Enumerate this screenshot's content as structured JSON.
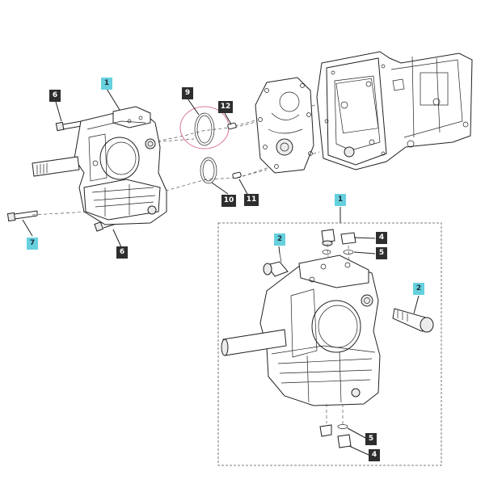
{
  "labels": {
    "left_assembly": "1",
    "bolt_upper": "6",
    "bolt_lower_left": "7",
    "bolt_lower_right": "6",
    "oring_large": "9",
    "oring_small": "10",
    "pin_upper": "12",
    "pin_lower": "11",
    "inset_assembly": "1",
    "inset_fitting_left": "2",
    "inset_fitting_right": "2",
    "inset_plug_top": "4",
    "inset_washer_top": "5",
    "inset_washer_bottom": "5",
    "inset_plug_bottom": "4"
  },
  "colors": {
    "highlight_label": "#66d0de",
    "standard_label": "#2e2e2e",
    "line": "#222222"
  }
}
